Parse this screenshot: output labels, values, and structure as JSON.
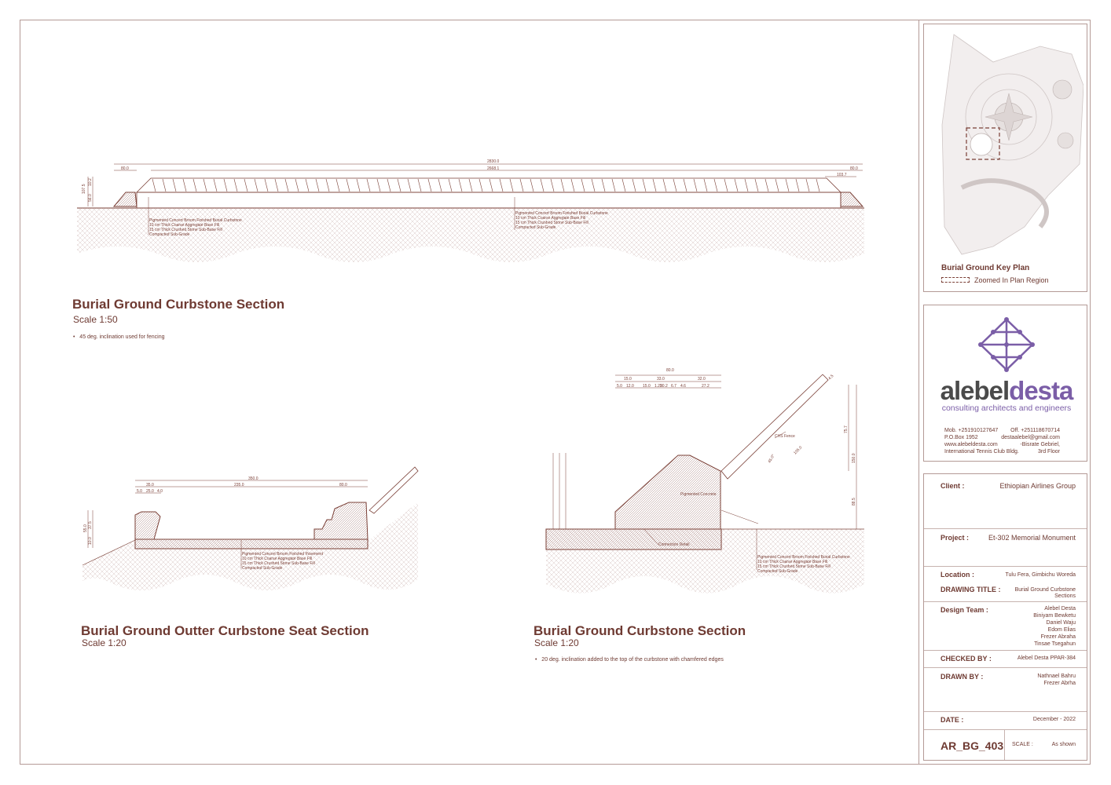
{
  "drawings": {
    "top": {
      "title": "Burial Ground Curbstone Section",
      "scale": "Scale  1:50",
      "note": "45 deg. inclination used for fencing",
      "dims": {
        "overall": "2830.0",
        "inner": "2668.1",
        "left": "80.0",
        "right": "80.0",
        "right2": "103.7",
        "h1": "107.5",
        "h2": "10.2",
        "h3": "56.0"
      },
      "layers_left": [
        "Pigmented Concert Broom Finished Burial Curbstone",
        "10 cm Thick Coarse Aggregate Base Fill",
        "15 cm Thick Crushed Stone Sub-Base Fill",
        "Compacted Sub-Grade"
      ],
      "layers_mid": [
        "Pigmented Concert Broom Finished Burial Curbstone",
        "10 cm Thick Coarse Aggregate Base Fill",
        "15 cm Thick Crushed Stone Sub-Base Fill",
        "Compacted Sub-Grade"
      ]
    },
    "left": {
      "title": "Burial Ground Outter Curbstone Seat Section",
      "scale": "Scale  1:20",
      "dims": {
        "overall": "350.0",
        "a": "35.0",
        "b": "235.0",
        "c": "80.0",
        "d": "5.0",
        "e": "25.0",
        "f": "4.0",
        "v1": "55.0",
        "v2": "37.5",
        "v3": "10.0"
      },
      "layers": [
        "Pigmented Concert Broom Finished Pavement",
        "10 cm Thick Coarse Aggregate Base Fill",
        "15 cm Thick Crushed Stone Sub-Base Fill",
        "Compacted Sub-Grade"
      ]
    },
    "right": {
      "title": "Burial Ground Curbstone Section",
      "scale": "Scale  1:20",
      "note": "20 deg. inclination added to the top of the curbstone with chamfered edges",
      "dims": {
        "overall": "80.0",
        "a": "15.0",
        "b": "33.0",
        "c": "32.0",
        "d": "5.0",
        "e": "12.0",
        "f": "15.0",
        "g": "1.25",
        "h": "20.2",
        "i": "6.7",
        "j": "4.6",
        "k": "27.2",
        "v_total": "150.0",
        "v_fence": "75.7",
        "v_low": "88.5",
        "diag": "105.0",
        "angle": "45.0°",
        "fence_w": "4.5"
      },
      "labels": {
        "fence": "CHS Fence",
        "concrete": "Pigmented Concrete",
        "connection": "Connection Detail"
      },
      "layers": [
        "Pigmented Concert Broom Finished Burial Curbstone",
        "10 cm Thick Coarse Aggregate Base Fill",
        "15 cm Thick Crushed Stone Sub-Base Fill",
        "Compacted Sub-Grade"
      ]
    }
  },
  "keyplan": {
    "title": "Burial Ground Key Plan",
    "legend": "Zoomed In Plan Region"
  },
  "firm": {
    "logo_part1": "alebel",
    "logo_part2": "desta",
    "tagline": "consulting architects and engineers",
    "mob": "Mob. +251910127647",
    "off": "Off. +251118670714",
    "pobox": "P.O.Box  1952",
    "email": "destaalebel@gmail.com",
    "web": "www.alebeldesta.com",
    "addr1": "-Bisrate Gebriel,",
    "addr2": "International Tennis Club Bldg.",
    "floor": "3rd Floor"
  },
  "titleblock": {
    "client_label": "Client :",
    "client": "Ethiopian Airlines Group",
    "project_label": "Project :",
    "project": "Et-302 Memorial Monument",
    "location_label": "Location :",
    "location": "Tulu Fera, Gimbichu Woreda",
    "drawing_title_label": "DRAWING TITLE :",
    "drawing_title_1": "Burial Ground Curbstone",
    "drawing_title_2": "Sections",
    "team_label": "Design Team  :",
    "team": [
      "Alebel Desta",
      "Biniyam Bewketu",
      "Daniel Waju",
      "Edom Elias",
      "Frezer Abraha",
      "Tinsae Tsegahun"
    ],
    "checked_label": "CHECKED BY :",
    "checked": "Alebel Desta PPAR-384",
    "drawn_label": "DRAWN BY :",
    "drawn": [
      "Nathnael Bahru",
      "Frezer Abrha"
    ],
    "date_label": "DATE :",
    "date": "December - 2022",
    "sheet_no": "AR_BG_403",
    "scale_label": "SCALE :",
    "scale": "As shown"
  },
  "colors": {
    "line": "#7a3f36",
    "logo_dark": "#4a4a4a",
    "logo_purple": "#7b5ea7",
    "border": "#b49a96"
  }
}
